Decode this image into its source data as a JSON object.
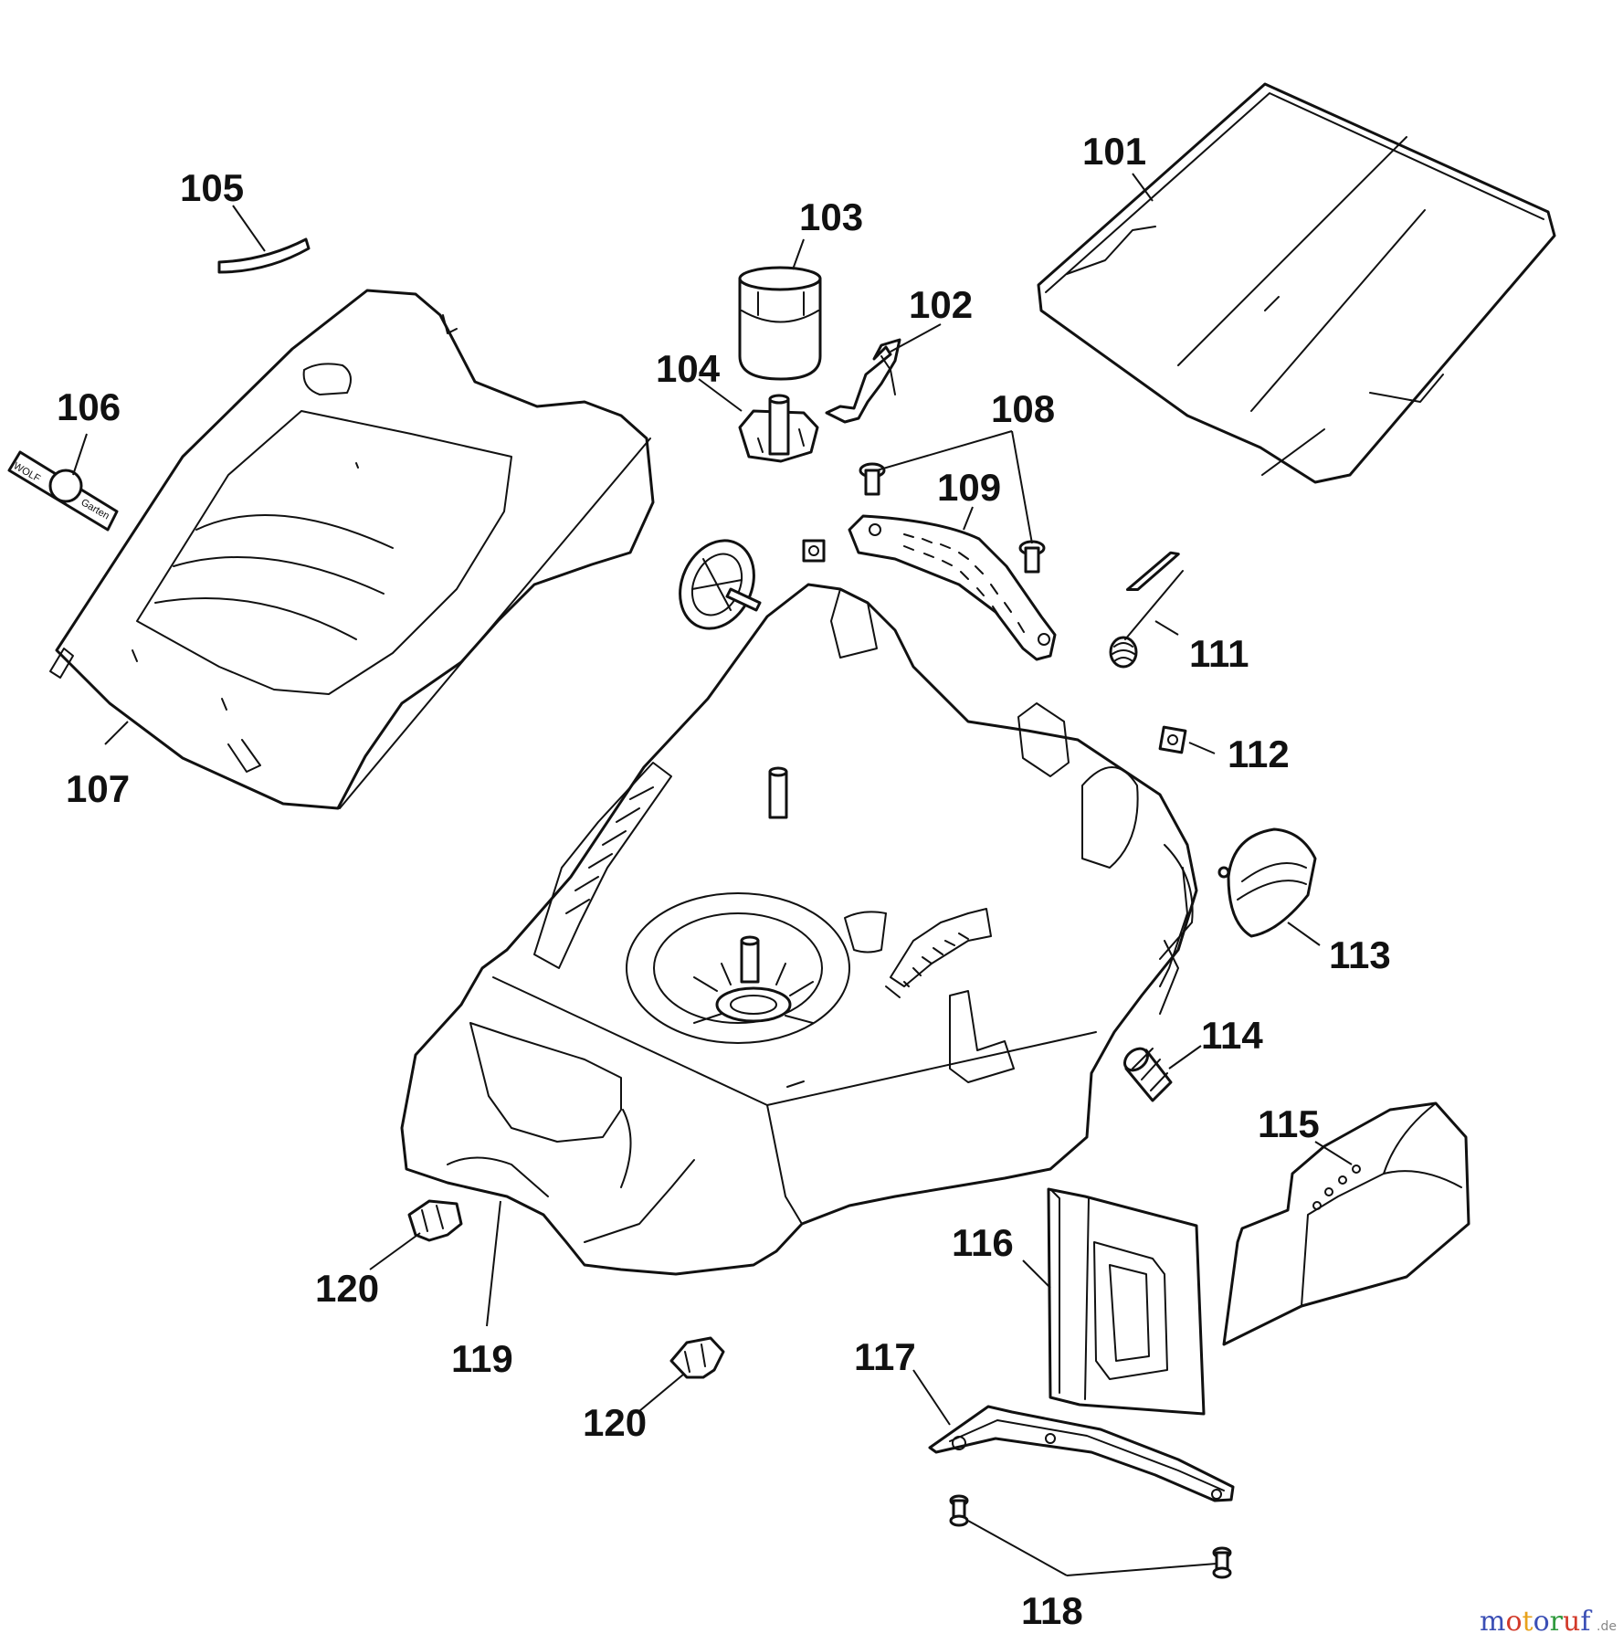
{
  "callouts": {
    "p101": "101",
    "p102": "102",
    "p103": "103",
    "p104": "104",
    "p105": "105",
    "p106": "106",
    "p107": "107",
    "p108": "108",
    "p109": "109",
    "p111": "111",
    "p112": "112",
    "p113": "113",
    "p114": "114",
    "p115": "115",
    "p116": "116",
    "p117": "117",
    "p118": "118",
    "p119": "119",
    "p120a": "120",
    "p120b": "120"
  },
  "logo": {
    "word1": "WOLF",
    "word2": "Garten"
  },
  "watermark": {
    "letters": [
      "m",
      "o",
      "t",
      "o",
      "r",
      "u",
      "f"
    ],
    "letter_colors": [
      "#3b4fb5",
      "#d23a2a",
      "#e8a21b",
      "#3b4fb5",
      "#2f9a3d",
      "#d23a2a",
      "#3b4fb5"
    ],
    "suffix": ".de",
    "suffix_color": "#888888"
  }
}
